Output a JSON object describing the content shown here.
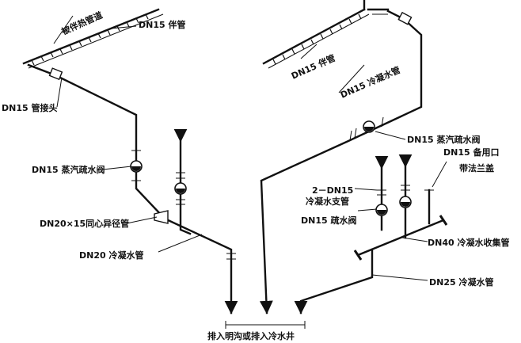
{
  "labels": {
    "tracing_pipe": "被伴热管道",
    "dn15_tracer_left": "DN15 伴管",
    "dn15_joint": "DN15 管接头",
    "dn15_trap_left": "DN15 蒸汽疏水阀",
    "reducer": "DN20×15同心异径管",
    "dn20_condensate": "DN20 冷凝水管",
    "dn15_tracer_right": "DN15 伴管",
    "dn15_condensate": "DN15 冷凝水管",
    "dn15_trap_right": "DN15 蒸汽疏水阀",
    "spare_port_line1": "DN15 备用口",
    "spare_port_line2": "带法兰盖",
    "branch_line1": "2－DN15",
    "branch_line2": "冷凝水支管",
    "dn15_drain_valve": "DN15 疏水阀",
    "dn40_header": "DN40 冷凝水收集管",
    "dn25_condensate": "DN25 冷凝水管",
    "discharge": "排入明沟或排入冷水井"
  }
}
